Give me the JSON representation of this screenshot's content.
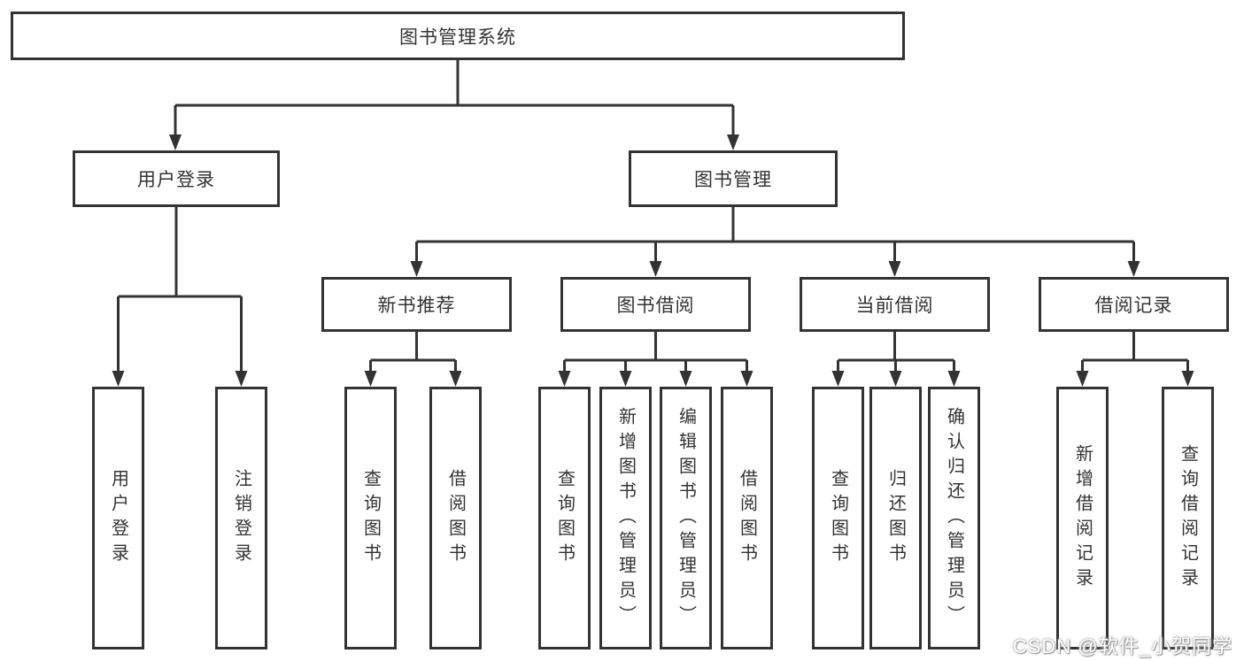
{
  "colors": {
    "line": "#333333",
    "text": "#333333",
    "background": "#ffffff",
    "watermark_text": "#ffffff"
  },
  "watermark": "CSDN @软件_小贺同学",
  "nodes": {
    "root": "图书管理系统",
    "user_login": "用户登录",
    "book_mgmt": "图书管理",
    "new_book": "新书推荐",
    "book_borrow": "图书借阅",
    "current_borrow": "当前借阅",
    "borrow_record": "借阅记录",
    "user_login_children": [
      "用户登录",
      "注销登录"
    ],
    "new_book_children": [
      "查询图书",
      "借阅图书"
    ],
    "book_borrow_children": [
      "查询图书",
      "新增图书（管理员）",
      "编辑图书（管理员）",
      "借阅图书"
    ],
    "current_borrow_children": [
      "查询图书",
      "归还图书",
      "确认归还（管理员）"
    ],
    "borrow_record_children": [
      "新增借阅记录",
      "查询借阅记录"
    ]
  }
}
